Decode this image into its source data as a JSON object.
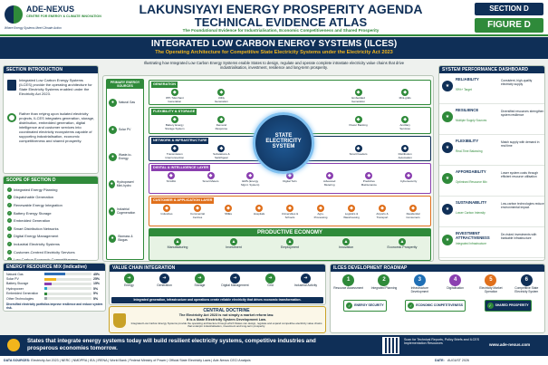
{
  "header": {
    "logo_name": "ADE-NEXUS",
    "logo_sub": "CENTRE FOR ENERGY & CLIMATE INNOVATION",
    "logo_tag": "Where Energy Systems Meet Climate Action",
    "title1": "LAKUNSIYAYI ENERGY PROSPERITY AGENDA",
    "title2": "TECHNICAL EVIDENCE ATLAS",
    "subtitle": "The Foundational Evidence for Industrialisation, Economic Competitiveness and Shared Prosperity",
    "section": "SECTION D",
    "figure": "FIGURE D"
  },
  "banner": {
    "title": "INTEGRATED LOW CARBON ENERGY SYSTEMS (ILCES)",
    "subtitle": "The Operating Architecture for Competitive State Electricity Systems under the Electricity Act 2023"
  },
  "intro_text": "Illustrating how Integrated Low Carbon Energy Systems enable States to design, regulate and operate complete intrastate electricity value chains that drive industrialisation, investment, resilience and long-term prosperity.",
  "section_intro": {
    "title": "SECTION INTRODUCTION",
    "p1": "Integrated Low Carbon Energy Systems (ILCES) provide the operating architecture for State Electricity Systems enabled under the Electricity Act 2023.",
    "p2": "Rather than relying upon isolated electricity projects, ILCES integrates generation, storage, distribution, embedded generation, digital intelligence and customer services into coordinated electricity ecosystems capable of supporting industrialisation, economic competitiveness and shared prosperity."
  },
  "scope": {
    "title": "SCOPE OF SECTION D",
    "items": [
      "Integrated Energy Planning",
      "Dispatchable Generation",
      "Renewable Energy Integration",
      "Battery Energy Storage",
      "Embedded Generation",
      "Smart Distribution Networks",
      "Digital Energy Management",
      "Industrial Electricity Systems",
      "Customer-Centred Electricity Services",
      "Low-Carbon Economic Competitiveness"
    ]
  },
  "mix": {
    "title": "ENERGY RESOURCE MIX (Indicative)",
    "note": "Diversified electricity portfolios improve resilience and reduce system risk.",
    "items": [
      {
        "label": "Natural Gas",
        "value": 45,
        "pct": "45%",
        "color": "#2f6fb5"
      },
      {
        "label": "Solar PV",
        "value": 25,
        "pct": "25%",
        "color": "#f2b51c"
      },
      {
        "label": "Battery Storage",
        "value": 15,
        "pct": "15%",
        "color": "#8a3fb0"
      },
      {
        "label": "Hydropower",
        "value": 5,
        "pct": "5%",
        "color": "#2aa6c9"
      },
      {
        "label": "Embedded Generation",
        "value": 5,
        "pct": "5%",
        "color": "#2f8a3a"
      },
      {
        "label": "Other Technologies",
        "value": 5,
        "pct": "5%",
        "color": "#9aa3a8"
      }
    ]
  },
  "primary": {
    "title": "PRIMARY ENERGY SOURCES",
    "items": [
      "Natural Gas",
      "Solar PV",
      "Waste-to-Energy",
      "Hydropower/ Mini-hydro",
      "Industrial Cogeneration",
      "Biomass & Biogas"
    ]
  },
  "layers": [
    {
      "title": "GENERATION",
      "color": "#2f8a3a",
      "items": [
        "IPP / Merchant Generation",
        "Utility Generation",
        "Embedded Generation",
        "Mini-grids"
      ]
    },
    {
      "title": "FLEXIBILITY & STORAGE",
      "color": "#2f8a3a",
      "items": [
        "Battery Energy Storage System",
        "Demand Response",
        "Power Banking",
        "Ancillary Services"
      ]
    },
    {
      "title": "NETWORK & INFRASTRUCTURE",
      "color": "#0f2f57",
      "items": [
        "Transmission Interconnection",
        "Substations & Switchgear",
        "Smart Feeders",
        "Distribution Automation"
      ]
    },
    {
      "title": "DIGITAL & INTELLIGENCE LAYER",
      "color": "#8a3fb0",
      "items": [
        "SCADA",
        "Smart Meters",
        "EMS (Energy Mgmt. System)",
        "Digital Twin",
        "Advanced Metering",
        "Predictive Maintenance",
        "Cybersecurity"
      ]
    },
    {
      "title": "CUSTOMER & APPLICATION LAYER",
      "color": "#e0701c",
      "items": [
        "Industries",
        "Commercial Centres",
        "SMEs",
        "Hospitals",
        "Universities & Schools",
        "Agro-Processing",
        "Logistics & Warehousing",
        "Airports & Transport",
        "Residential Consumers"
      ]
    }
  ],
  "core": {
    "l1": "STATE",
    "l2": "ELECTRICITY",
    "l3": "SYSTEM"
  },
  "productive": {
    "title": "PRODUCTIVE ECONOMY",
    "items": [
      "Manufacturing",
      "Investment",
      "Employment",
      "Innovation",
      "Economic Prosperity"
    ]
  },
  "perf": {
    "title": "SYSTEM PERFORMANCE DASHBOARD",
    "items": [
      {
        "k": "RELIABILITY",
        "s": "99%+ Target",
        "d": "Consistent, high-quality electricity supply"
      },
      {
        "k": "RESILIENCE",
        "s": "Multiple Supply Sources",
        "d": "Diversified resources strengthen system resilience"
      },
      {
        "k": "FLEXIBILITY",
        "s": "Real-Time Balancing",
        "d": "Match supply with demand in real time"
      },
      {
        "k": "AFFORDABILITY",
        "s": "Optimised Resource Mix",
        "d": "Lower system costs through efficient resource utilisation"
      },
      {
        "k": "SUSTAINABILITY",
        "s": "Lower Carbon Intensity",
        "d": "Low-carbon technologies reduce environmental impact"
      },
      {
        "k": "INVESTMENT ATTRACTIVENESS",
        "s": "Integrated Infrastructure",
        "d": "De-risked investments with bankable infrastructure"
      }
    ]
  },
  "value_chain": {
    "title": "VALUE CHAIN INTEGRATION",
    "items": [
      "Energy",
      "Generation",
      "Storage",
      "Digital Management",
      "Grid",
      "Industrial Activity"
    ],
    "caption": "Integrated generation, infrastructure and operations create reliable electricity that drives economic transformation."
  },
  "doctrine": {
    "title": "CENTRAL DOCTRINE",
    "l1": "The Electricity Act 2023 is not simply a market reform law.",
    "l2": "It is a State Electricity System Development Law.",
    "l3": "Integrated Low Carbon Energy Systems provide the operating architecture through which States can design, regulate and expand competitive electricity value chains that underpin industrialisation, investment and long-term prosperity."
  },
  "roadmap": {
    "title": "ILCES DEVELOPMENT ROADMAP",
    "steps": [
      {
        "n": "1",
        "l": "Resource Assessment"
      },
      {
        "n": "2",
        "l": "Integrated Planning"
      },
      {
        "n": "3",
        "l": "Infrastructure Development"
      },
      {
        "n": "4",
        "l": "Digitalisation"
      },
      {
        "n": "5",
        "l": "Electricity Market Operation"
      },
      {
        "n": "6",
        "l": "Competitive State Electricity System"
      }
    ],
    "outcomes": [
      "ENERGY SECURITY",
      "ECONOMIC COMPETITIVENESS",
      "SHARED PROSPERITY"
    ]
  },
  "footer": {
    "quote": "States that integrate energy systems today will build resilient electricity systems, competitive industries and prosperous economies tomorrow.",
    "scan": "Scan for Technical Reports, Policy Briefs and ILCES Implementation Resources",
    "url": "www.ade-nexus.com",
    "sources_label": "DATA SOURCES:",
    "sources": "Electricity Act 2023 | NERC | NMDPRA | IEA | IRENA | World Bank | Federal Ministry of Power | Official State Electricity Laws | Ade-Nexus CECI Analysis",
    "date_label": "DATE:",
    "date": "AUGUST 2026"
  }
}
